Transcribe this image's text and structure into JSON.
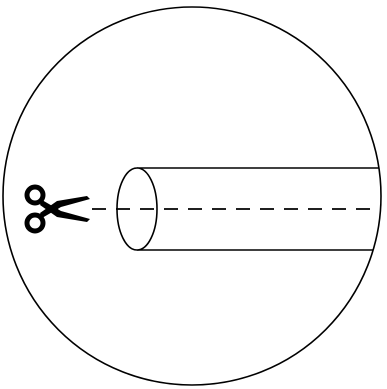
{
  "diagram": {
    "stroke_color": "#000000",
    "background_color": "#ffffff",
    "icons": {
      "scissors": "scissors-icon"
    },
    "elements": {
      "outer_circle": "circular-inset-frame",
      "tube": "cylinder-tube",
      "cut_line": "dashed-cut-line"
    }
  }
}
